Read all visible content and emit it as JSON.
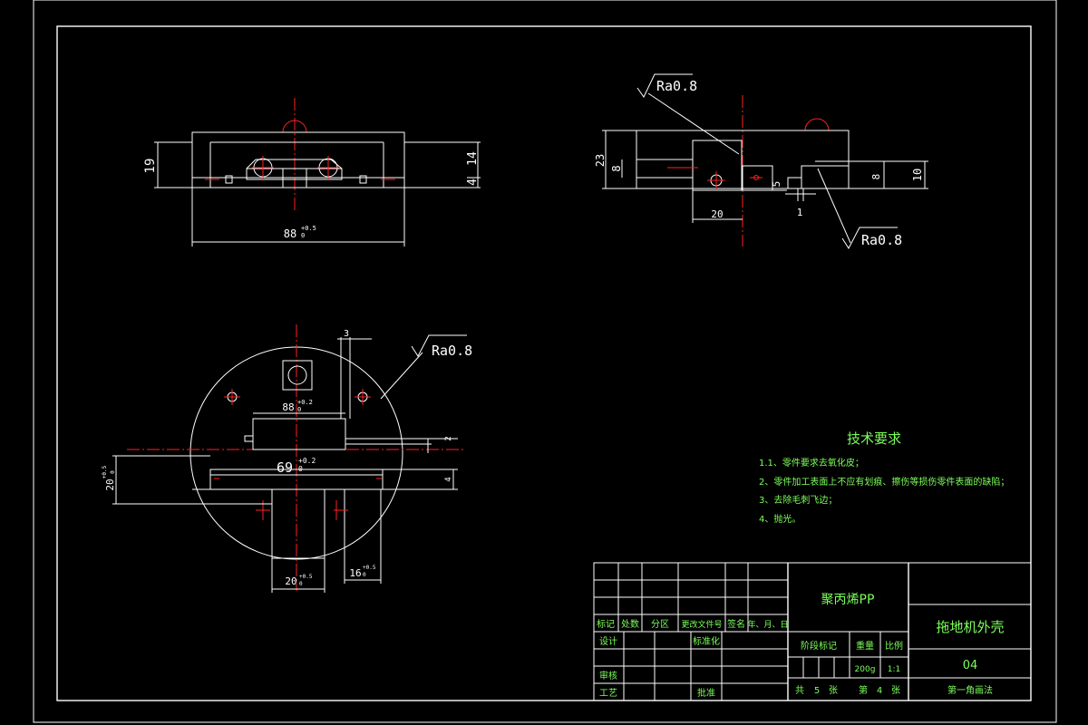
{
  "drawing": {
    "views": {
      "front": {
        "dims": {
          "height_19": "19",
          "right_14": "14",
          "right_4": "4",
          "width_88": "88",
          "width_88_tol": "+0.5",
          "width_88_tol_low": "0"
        }
      },
      "side": {
        "dims": {
          "d23": "23",
          "d8a": "8",
          "d20": "20",
          "d5": "5",
          "d1": "1",
          "d8b": "8",
          "d10": "10"
        },
        "roughness_top": "Ra0.8",
        "roughness_bottom": "Ra0.8"
      },
      "top": {
        "dims": {
          "d3": "3",
          "d88": "88",
          "d88_tol": "+0.2",
          "d88_tol_low": "0",
          "d69": "69",
          "d69_tol": "+0.2",
          "d69_tol_low": "0",
          "d2": "2",
          "d4": "4",
          "d20_left": "20",
          "d20_left_tol": "+0.5",
          "d20_left_tol_low": "0",
          "d20_bottom": "20",
          "d20_bottom_tol": "+0.5",
          "d20_bottom_tol_low": "0",
          "d16": "16",
          "d16_tol": "+0.5",
          "d16_tol_low": "0"
        },
        "roughness": "Ra0.8"
      }
    },
    "tech_requirements": {
      "title": "技术要求",
      "items": [
        "1.1、零件要求去氧化皮；",
        "2、零件加工表面上不应有划痕、擦伤等损伤零件表面的缺陷；",
        "3、去除毛刺飞边；",
        "4、抛光。"
      ]
    },
    "title_block": {
      "material": "聚丙烯PP",
      "part_name": "拖地机外壳",
      "drawing_no": "04",
      "projection": "第一角画法",
      "row_headers": [
        "标记",
        "处数",
        "分区",
        "更改文件号",
        "签名",
        "年、月、日"
      ],
      "design": "设计",
      "standardize": "标准化",
      "review": "审核",
      "process": "工艺",
      "approve": "批准",
      "stage_mark": "阶段标记",
      "weight_label": "重量",
      "scale_label": "比例",
      "weight": "200g",
      "scale": "1:1",
      "total_label_a": "共",
      "total_sheets": "5",
      "total_label_b": "张",
      "sheet_label_a": "第",
      "sheet_no": "4",
      "sheet_label_b": "张"
    }
  }
}
